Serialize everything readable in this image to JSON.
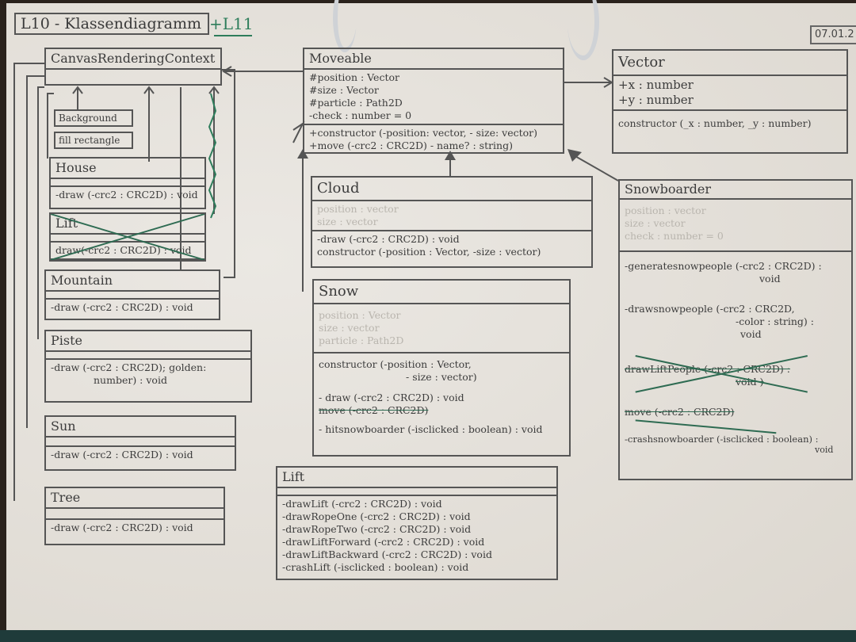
{
  "title": "L10 - Klassendiagramm",
  "title_addition": "+L11",
  "date": "07.01.2",
  "colors": {
    "ink": "#3c3c3c",
    "green": "#2e7d5b",
    "paper": "#e6e2dc"
  },
  "classes": {
    "canvas": {
      "name": "CanvasRenderingContext"
    },
    "background": {
      "items": [
        "Background",
        "fill rectangle"
      ]
    },
    "house": {
      "name": "House",
      "methods": [
        "-draw (-crc2 : CRC2D) : void"
      ]
    },
    "lift_small": {
      "name": "Lift",
      "methods": [
        "draw(-crc2 : CRC2D) : void"
      ]
    },
    "mountain": {
      "name": "Mountain",
      "methods": [
        "-draw (-crc2 : CRC2D) : void"
      ]
    },
    "piste": {
      "name": "Piste",
      "methods": [
        "-draw (-crc2 : CRC2D); golden:",
        "number) : void"
      ]
    },
    "sun": {
      "name": "Sun",
      "methods": [
        "-draw (-crc2 : CRC2D) : void"
      ]
    },
    "tree": {
      "name": "Tree",
      "methods": [
        "-draw (-crc2 : CRC2D) : void"
      ]
    },
    "moveable": {
      "name": "Moveable",
      "attributes": [
        "#position : Vector",
        "#size : Vector",
        "#particle : Path2D",
        "-check : number = 0"
      ],
      "methods": [
        "+constructor (-position: vector, - size: vector)",
        "+move (-crc2 : CRC2D) - name? : string)"
      ]
    },
    "vector": {
      "name": "Vector",
      "attributes": [
        "+x : number",
        "+y : number"
      ],
      "methods": [
        "constructor (_x : number, _y : number)"
      ]
    },
    "cloud": {
      "name": "Cloud",
      "faded": [
        "position : vector",
        "size : vector"
      ],
      "methods": [
        "-draw (-crc2 : CRC2D) : void",
        "constructor (-position : Vector, -size : vector)"
      ]
    },
    "snow": {
      "name": "Snow",
      "faded": [
        "position : Vector",
        "size : vector",
        "particle : Path2D"
      ],
      "methods": [
        "constructor (-position : Vector,",
        "- size : vector)",
        "- draw (-crc2 : CRC2D) : void",
        "move (-crc2 : CRC2D)",
        "- hitsnowboarder (-isclicked : boolean) : void"
      ]
    },
    "snowboarder": {
      "name": "Snowboarder",
      "faded": [
        "position : vector",
        "size : vector",
        "check : number = 0"
      ],
      "methods": [
        "-generatesnowpeople (-crc2 : CRC2D) :",
        "void",
        "-drawsnowpeople (-crc2 : CRC2D,",
        "-color : string) :",
        "void",
        "drawLiftPeople (-crc2 : CRC2D) :",
        "void )",
        "move (-crc2 : CRC2D)",
        "-crashsnowboarder (-isclicked : boolean) :",
        "void"
      ]
    },
    "lift": {
      "name": "Lift",
      "methods": [
        "-drawLift (-crc2 : CRC2D) : void",
        "-drawRopeOne (-crc2 : CRC2D) : void",
        "-drawRopeTwo (-crc2 : CRC2D) : void",
        "-drawLiftForward (-crc2 : CRC2D) : void",
        "-drawLiftBackward (-crc2 : CRC2D) : void",
        "-crashLift (-isclicked : boolean) : void"
      ]
    }
  }
}
